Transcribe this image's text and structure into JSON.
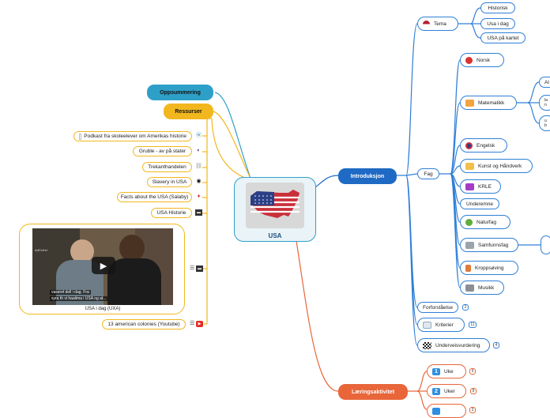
{
  "center": {
    "label": "USA"
  },
  "left": {
    "oppsummering": "Oppsummering",
    "ressurser": "Ressurser",
    "items": [
      "Podkast fra skoleelever om Amerikas historie",
      "Gruble - av på stater",
      "Trekanthandelen",
      "Slavery in USA",
      "Facts about the USA (Salaby)",
      "USA Historie"
    ],
    "video_caption": "USA i dag (UXA)",
    "video_subtitle_1": "vaserel dell i dag. Fra",
    "video_subtitle_2": "syra th vi haalima i USA og at...",
    "video_corner": "ArtFeKef",
    "youtube_item": "13 american colonies (Youtube)"
  },
  "intro": {
    "label": "Introduksjon",
    "tema": "Tema",
    "tema_children": [
      "Historisk",
      "Usa i dag",
      "USA på kartet"
    ],
    "fag": "Fag",
    "fag_children": [
      "Norsk",
      "Matematikk",
      "Engelsk",
      "Kunst og Håndverk",
      "KRLE",
      "Underemne",
      "Naturfag",
      "Samfunnsfag",
      "Kroppsøving",
      "Musikk"
    ],
    "math_children": [
      "Al",
      "la\nn",
      "u\nb"
    ],
    "forforstaelse": "Forforståelse",
    "forforstaelse_count": "2",
    "kriterier": "Kriterier",
    "kriterier_count": "11",
    "underveis": "Underveisvurdering",
    "underveis_count": "4"
  },
  "lering": {
    "label": "Læringsaktivitet",
    "uke1": "Uke",
    "uke1_num": "1",
    "uke1_count": "9",
    "uke2": "Uker",
    "uke2_num": "2",
    "uke2_count": "8",
    "uke3_count": "3"
  },
  "colors": {
    "blue": "#2f7fd6",
    "dark_blue": "#1f6ac4",
    "yellow": "#f2b71e",
    "orange": "#e8663a",
    "teal": "#2ea0c8"
  }
}
